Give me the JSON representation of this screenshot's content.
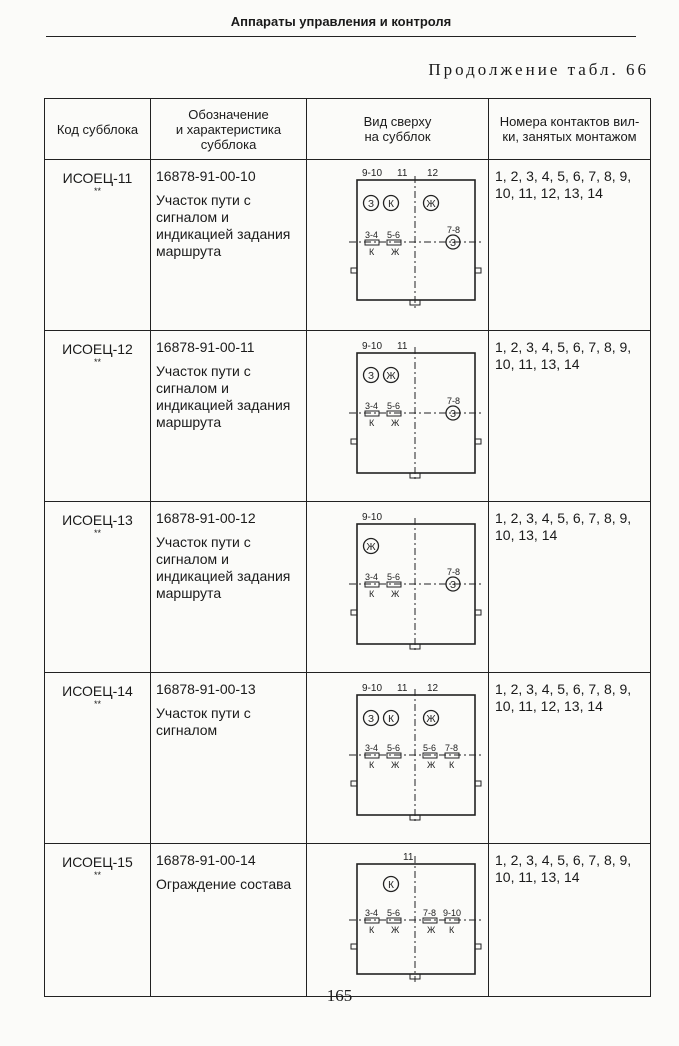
{
  "header": {
    "title": "Аппараты управления и контроля"
  },
  "continuation": "Продолжение табл. 66",
  "table": {
    "headers": {
      "code": "Код субблока",
      "designation": [
        "Обозначение",
        "и характеристика",
        "субблока"
      ],
      "view": [
        "Вид сверху",
        "на субблок"
      ],
      "contacts": [
        "Номера контактов вил-",
        "ки, занятых монтажом"
      ]
    },
    "rows": [
      {
        "code": "ИСОЕЦ-11",
        "stars": "**",
        "number": "16878-91-00-10",
        "description": [
          "Участок пути с",
          "сигналом и",
          "индикацией задания",
          "маршрута"
        ],
        "contacts": [
          "1, 2, 3, 4, 5, 6, 7, 8, 9,",
          "10, 11, 12, 13, 14"
        ],
        "diagram": {
          "top_labels": [
            "9-10",
            "11",
            "12"
          ],
          "circles": [
            "З",
            "К",
            "Ж"
          ],
          "contact_labels": [
            "3-4",
            "5-6",
            "7-8"
          ],
          "bottom_letters": [
            "К",
            "Ж"
          ],
          "right_circle": "З"
        }
      },
      {
        "code": "ИСОЕЦ-12",
        "stars": "**",
        "number": "16878-91-00-11",
        "description": [
          "Участок пути с",
          "сигналом и",
          "индикацией задания",
          "маршрута"
        ],
        "contacts": [
          "1, 2, 3, 4, 5, 6, 7, 8, 9,",
          "10, 11, 13, 14"
        ],
        "diagram": {
          "top_labels": [
            "9-10",
            "11"
          ],
          "circles": [
            "З",
            "Ж"
          ],
          "contact_labels": [
            "3-4",
            "5-6",
            "7-8"
          ],
          "bottom_letters": [
            "К",
            "Ж"
          ],
          "right_circle": "З"
        }
      },
      {
        "code": "ИСОЕЦ-13",
        "stars": "**",
        "number": "16878-91-00-12",
        "description": [
          "Участок пути с",
          "сигналом и",
          "индикацией задания",
          "маршрута"
        ],
        "contacts": [
          "1, 2, 3, 4, 5, 6, 7, 8, 9,",
          "10, 13, 14"
        ],
        "diagram": {
          "top_labels": [
            "9-10"
          ],
          "circles": [
            "Ж"
          ],
          "contact_labels": [
            "3-4",
            "5-6",
            "7-8"
          ],
          "bottom_letters": [
            "К",
            "Ж"
          ],
          "right_circle": "З"
        }
      },
      {
        "code": "ИСОЕЦ-14",
        "stars": "**",
        "number": "16878-91-00-13",
        "description": [
          "Участок пути с",
          "сигналом"
        ],
        "contacts": [
          "1, 2, 3, 4, 5, 6, 7, 8, 9,",
          "10, 11, 12, 13, 14"
        ],
        "diagram": {
          "top_labels": [
            "9-10",
            "11",
            "12"
          ],
          "circles": [
            "З",
            "К",
            "Ж"
          ],
          "contact_labels": [
            "3-4",
            "5-6",
            "5-6",
            "7-8"
          ],
          "bottom_letters": [
            "К",
            "Ж",
            "Ж",
            "К"
          ]
        }
      },
      {
        "code": "ИСОЕЦ-15",
        "stars": "**",
        "number": "16878-91-00-14",
        "description": [
          "Ограждение состава"
        ],
        "contacts": [
          "1, 2, 3, 4, 5, 6, 7, 8, 9,",
          "10, 11, 13, 14"
        ],
        "diagram": {
          "top_labels": [
            "11"
          ],
          "circles": [
            "К"
          ],
          "contact_labels": [
            "3-4",
            "5-6",
            "7-8",
            "9-10"
          ],
          "bottom_letters": [
            "К",
            "Ж",
            "Ж",
            "К"
          ]
        }
      }
    ]
  },
  "page_number": "165"
}
